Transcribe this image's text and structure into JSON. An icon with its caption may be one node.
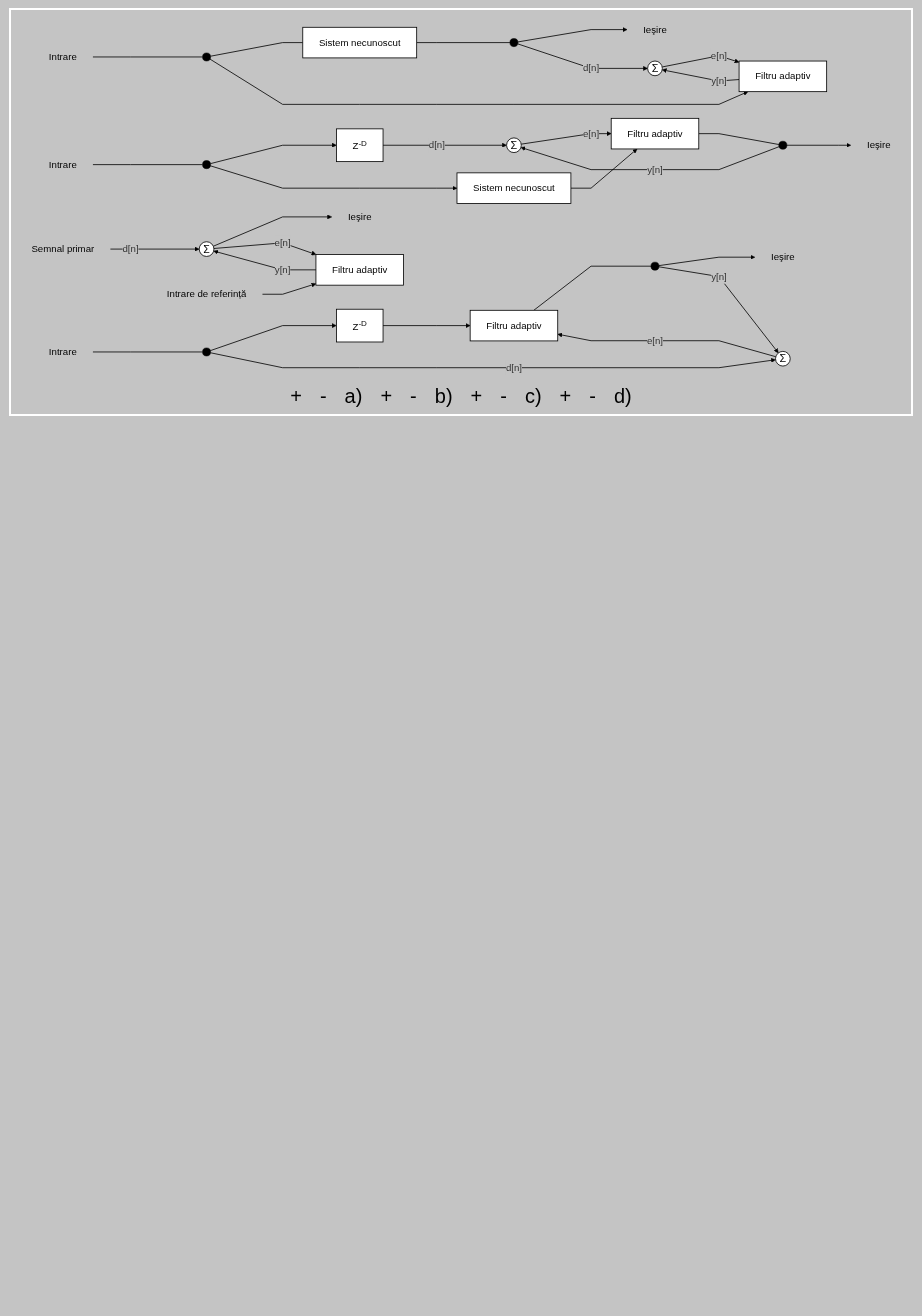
{
  "diagram": {
    "nodes": [
      {
        "text": [
          "Intrare"
        ]
      },
      {
        "text": [],
        "shape": "circle"
      },
      {
        "text": [
          "Sistem necunoscut"
        ]
      },
      {
        "text": [
          "Filtru adaptiv"
        ]
      },
      {
        "text": [],
        "shape": "circle"
      },
      {
        "text": [
          "Ieşire"
        ]
      },
      {
        "text": [
          "Σ"
        ]
      },
      {
        "text": [
          "Intrare"
        ]
      },
      {
        "text": [],
        "shape": "circle"
      },
      {
        "text": [
          "Z$^{-D}$"
        ]
      },
      {
        "text": [
          "Sistem necunoscut"
        ]
      },
      {
        "text": [
          "Filtru adaptiv"
        ]
      },
      {
        "text": [],
        "shape": "circle"
      },
      {
        "text": [
          "Ieşire"
        ]
      },
      {
        "text": [
          "Σ"
        ]
      },
      {
        "text": [
          "Intrare"
        ]
      },
      {
        "text": [],
        "shape": "circle"
      },
      {
        "text": [
          "Z$^{-D}$"
        ]
      },
      {
        "text": [
          "Filtru adaptiv"
        ]
      },
      {
        "text": [],
        "shape": "circle"
      },
      {
        "text": [
          "Ieşire"
        ]
      },
      {
        "text": [
          "Σ"
        ]
      },
      {
        "text": [
          "Semnal primar"
        ]
      },
      {
        "text": [
          "Intrare de referință"
        ]
      },
      {
        "text": [
          "Filtru adaptiv"
        ]
      },
      {
        "text": [
          "Σ"
        ]
      },
      {
        "text": [
          "Ieşire"
        ]
      }
    ],
    "edges": [
      {
        "from": 0,
        "to": 1,
        "arrow": "none"
      },
      {
        "from": 1,
        "to": 2,
        "arrow": "none"
      },
      {
        "from": 1,
        "to": 3,
        "arrow": "to"
      },
      {
        "from": 2,
        "to": 4,
        "arrow": "none"
      },
      {
        "from": 4,
        "to": 5,
        "arrow": "to"
      },
      {
        "from": 4,
        "to": 6,
        "arrow": "to",
        "label": "d[n]"
      },
      {
        "from": 3,
        "to": 6,
        "arrow": "to",
        "label": "y[n]"
      },
      {
        "from": 6,
        "to": 3,
        "arrow": "to",
        "label": "e[n]"
      },
      {
        "from": 7,
        "to": 8,
        "arrow": "none"
      },
      {
        "from": 8,
        "to": 9,
        "arrow": "to"
      },
      {
        "from": 8,
        "to": 10,
        "arrow": "to"
      },
      {
        "from": 10,
        "to": 11,
        "arrow": "to"
      },
      {
        "from": 11,
        "to": 12,
        "arrow": "none"
      },
      {
        "from": 12,
        "to": 13,
        "arrow": "to"
      },
      {
        "from": 12,
        "to": 14,
        "arrow": "to",
        "label": "y[n]"
      },
      {
        "from": 9,
        "to": 14,
        "arrow": "to",
        "label": "d[n]"
      },
      {
        "from": 14,
        "to": 11,
        "arrow": "to",
        "label": "e[n]"
      },
      {
        "from": 15,
        "to": 16,
        "arrow": "none"
      },
      {
        "from": 16,
        "to": 17,
        "arrow": "to"
      },
      {
        "from": 16,
        "to": 21,
        "arrow": "to",
        "label": "d[n]"
      },
      {
        "from": 17,
        "to": 18,
        "arrow": "to"
      },
      {
        "from": 18,
        "to": 19,
        "arrow": "none"
      },
      {
        "from": 19,
        "to": 20,
        "arrow": "to"
      },
      {
        "from": 19,
        "to": 21,
        "arrow": "to",
        "label": "y[n]"
      },
      {
        "from": 21,
        "to": 18,
        "arrow": "to",
        "label": "e[n]"
      },
      {
        "from": 22,
        "to": 25,
        "arrow": "to",
        "label": "d[n]"
      },
      {
        "from": 23,
        "to": 24,
        "arrow": "to"
      },
      {
        "from": 24,
        "to": 25,
        "arrow": "to",
        "label": "y[n]"
      },
      {
        "from": 25,
        "to": 26,
        "arrow": "to"
      },
      {
        "from": 25,
        "to": 24,
        "arrow": "to",
        "label": "e[n]"
      }
    ],
    "labels": [
      "+",
      "-",
      "a)",
      "+",
      "-",
      "b)",
      "+",
      "-",
      "c)",
      "+",
      "-",
      "d)"
    ]
  }
}
